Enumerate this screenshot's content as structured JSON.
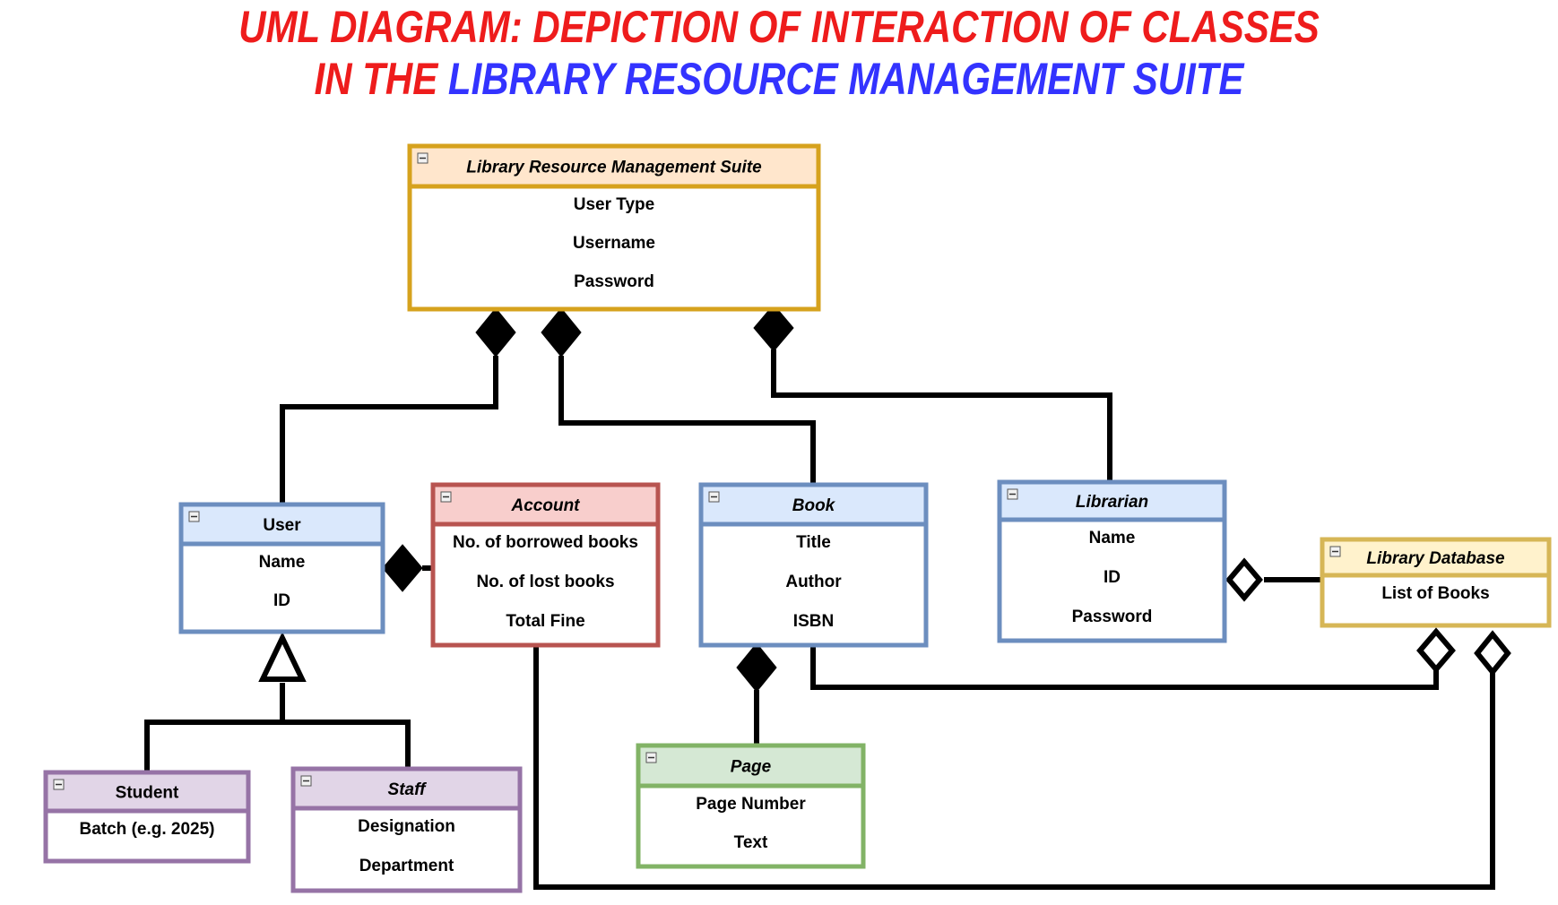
{
  "title": {
    "line1": "UML DIAGRAM: DEPICTION OF INTERACTION OF CLASSES",
    "line2_a": "IN THE ",
    "line2_b": "LIBRARY RESOURCE MANAGEMENT SUITE",
    "color_red": "#ee1c1c",
    "color_blue": "#3333ff"
  },
  "classes": [
    {
      "id": "lrms",
      "name": "Library Resource Management Suite",
      "italic": true,
      "attributes": [
        "User Type",
        "Username",
        "Password"
      ],
      "stroke": "#d6a21d",
      "header_fill": "#ffe6cc",
      "body_fill": "#ffffff"
    },
    {
      "id": "user",
      "name": "User",
      "italic": false,
      "attributes": [
        "Name",
        "ID"
      ],
      "stroke": "#6c8ebf",
      "header_fill": "#dae8fc",
      "body_fill": "#ffffff"
    },
    {
      "id": "account",
      "name": "Account",
      "italic": true,
      "attributes": [
        "No. of borrowed books",
        "No. of lost books",
        "Total Fine"
      ],
      "stroke": "#b85450",
      "header_fill": "#f8cecc",
      "body_fill": "#ffffff"
    },
    {
      "id": "book",
      "name": "Book",
      "italic": true,
      "attributes": [
        "Title",
        "Author",
        "ISBN"
      ],
      "stroke": "#6c8ebf",
      "header_fill": "#dae8fc",
      "body_fill": "#ffffff"
    },
    {
      "id": "librarian",
      "name": "Librarian",
      "italic": true,
      "attributes": [
        "Name",
        "ID",
        "Password"
      ],
      "stroke": "#6c8ebf",
      "header_fill": "#dae8fc",
      "body_fill": "#ffffff"
    },
    {
      "id": "libdb",
      "name": "Library Database",
      "italic": true,
      "attributes": [
        "List of Books"
      ],
      "stroke": "#d6b656",
      "header_fill": "#fff2cc",
      "body_fill": "#ffffff"
    },
    {
      "id": "student",
      "name": "Student",
      "italic": false,
      "attributes": [
        "Batch (e.g. 2025)"
      ],
      "stroke": "#9673a6",
      "header_fill": "#e1d5e7",
      "body_fill": "#ffffff"
    },
    {
      "id": "staff",
      "name": "Staff",
      "italic": true,
      "attributes": [
        "Designation",
        "Department"
      ],
      "stroke": "#9673a6",
      "header_fill": "#e1d5e7",
      "body_fill": "#ffffff"
    },
    {
      "id": "page",
      "name": "Page",
      "italic": true,
      "attributes": [
        "Page Number",
        "Text"
      ],
      "stroke": "#82b366",
      "header_fill": "#d5e8d4",
      "body_fill": "#ffffff"
    }
  ],
  "relations": [
    {
      "type": "composition",
      "whole": "lrms",
      "part": "user"
    },
    {
      "type": "composition",
      "whole": "lrms",
      "part": "book"
    },
    {
      "type": "composition",
      "whole": "lrms",
      "part": "librarian"
    },
    {
      "type": "composition",
      "whole": "user",
      "part": "account"
    },
    {
      "type": "composition",
      "whole": "book",
      "part": "page"
    },
    {
      "type": "aggregation",
      "whole": "librarian",
      "part": "libdb"
    },
    {
      "type": "aggregation",
      "whole": "libdb",
      "part": "book"
    },
    {
      "type": "aggregation",
      "whole": "libdb",
      "part": "account"
    },
    {
      "type": "generalization",
      "parent": "user",
      "child": "student"
    },
    {
      "type": "generalization",
      "parent": "user",
      "child": "staff"
    }
  ]
}
